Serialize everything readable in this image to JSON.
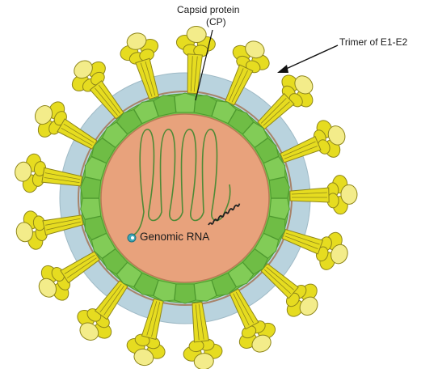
{
  "labels": {
    "capsid_line1": "Capsid protein",
    "capsid_line2": "(CP)",
    "trimer": "Trimer of E1-E2",
    "rna": "Genomic RNA"
  },
  "colors": {
    "core": "#e8a27c",
    "capsid": "#76c34c",
    "capsid_dark": "#4e9a2f",
    "membrane": "#b9d3de",
    "spike": "#e6dc20",
    "spike_light": "#f3ec8a",
    "spike_dark": "#8e861a",
    "rna": "#4e8a36"
  },
  "icons": {
    "rna_end": "5-prime-cap-icon",
    "arrow": "arrow-icon"
  }
}
